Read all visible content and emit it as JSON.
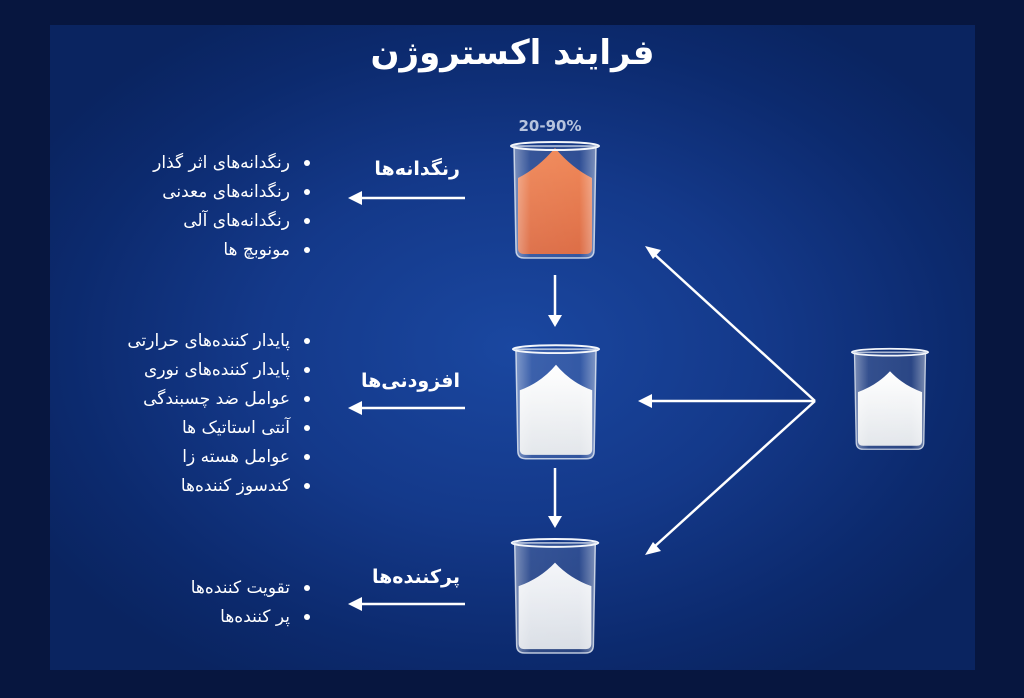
{
  "title": "فرایند اکستروژن",
  "pigment_percent": "20-90%",
  "colors": {
    "background_outer": "#07163f",
    "background_panel": "#14398a",
    "text": "#ffffff",
    "pigment_powder": "#e0683a",
    "white_powder": "#eef0f2"
  },
  "categories": [
    {
      "label": "رنگدانه‌ها",
      "items": [
        "رنگدانه‌های اثر گذار",
        "رنگدانه‌های معدنی",
        "رنگدانه‌های آلی",
        "مونوبچ ها"
      ]
    },
    {
      "label": "افزودنی‌ها",
      "items": [
        "پایدار کننده‌های حرارتی",
        "پایدار کننده‌های نوری",
        "عوامل ضد چسبندگی",
        "آنتی استاتیک ها",
        "عوامل هسته زا",
        "کندسوز کننده‌ها"
      ]
    },
    {
      "label": "پرکننده‌ها",
      "items": [
        "تقویت کننده‌ها",
        "پر کننده‌ها"
      ]
    }
  ],
  "beakers": [
    {
      "name": "pigment-beaker",
      "powder": "orange"
    },
    {
      "name": "additive-beaker",
      "powder": "white"
    },
    {
      "name": "filler-beaker",
      "powder": "white"
    },
    {
      "name": "base-polymer-beaker",
      "powder": "white"
    }
  ]
}
